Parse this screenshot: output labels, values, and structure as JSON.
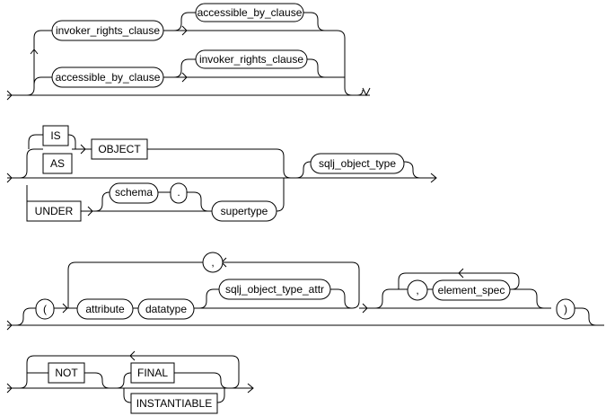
{
  "diagram": {
    "row1": {
      "invoker_rights_clause_a": "invoker_rights_clause",
      "accessible_by_clause_a": "accessible_by_clause",
      "accessible_by_clause_b": "accessible_by_clause",
      "invoker_rights_clause_b": "invoker_rights_clause"
    },
    "row2": {
      "is": "IS",
      "as": "AS",
      "object": "OBJECT",
      "under": "UNDER",
      "schema": "schema",
      "dot": ".",
      "supertype": "supertype",
      "sqlj_object_type": "sqlj_object_type"
    },
    "row3": {
      "lparen": "(",
      "comma_a": ",",
      "attribute": "attribute",
      "datatype": "datatype",
      "sqlj_object_type_attr": "sqlj_object_type_attr",
      "comma_b": ",",
      "element_spec": "element_spec",
      "rparen": ")"
    },
    "row4": {
      "not": "NOT",
      "final": "FINAL",
      "instantiable": "INSTANTIABLE"
    }
  }
}
